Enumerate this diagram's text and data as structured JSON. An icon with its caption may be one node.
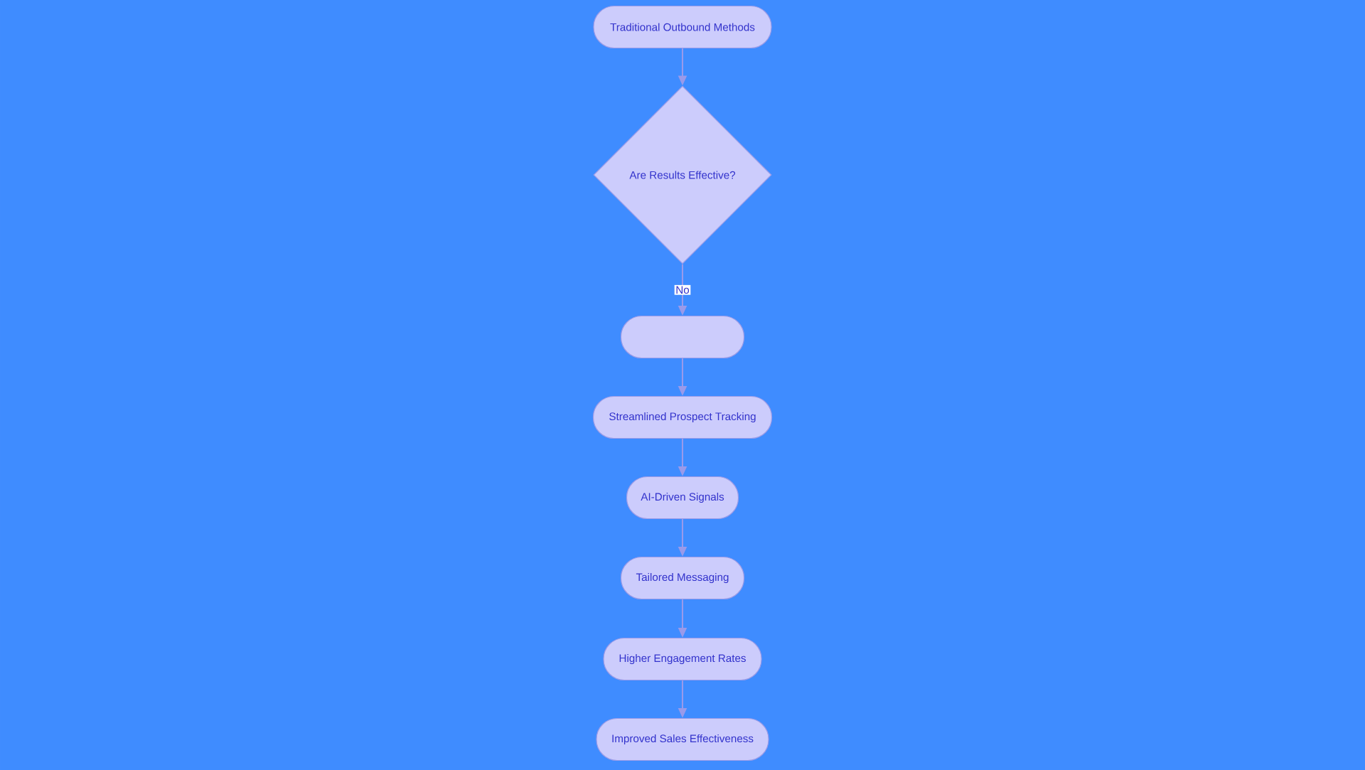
{
  "diagram": {
    "nodes": [
      {
        "text": [
          "Traditional Outbound Methods"
        ]
      },
      {
        "text": [
          "Are Results Effective?"
        ]
      },
      {
        "text": [],
        "shape": "box"
      },
      {
        "text": [
          "Streamlined Prospect Tracking"
        ]
      },
      {
        "text": [
          "AI-Driven Signals"
        ]
      },
      {
        "text": [
          "Tailored Messaging"
        ]
      },
      {
        "text": [
          "Higher Engagement Rates"
        ]
      },
      {
        "text": [
          "Improved Sales Effectiveness"
        ]
      }
    ],
    "edges": [
      {
        "from": 0,
        "to": 1,
        "arrow": "to"
      },
      {
        "from": 1,
        "to": 2,
        "arrow": "to",
        "label": "No"
      },
      {
        "from": 2,
        "to": 3,
        "arrow": "to"
      },
      {
        "from": 3,
        "to": 4,
        "arrow": "to"
      },
      {
        "from": 4,
        "to": 5,
        "arrow": "to"
      },
      {
        "from": 5,
        "to": 6,
        "arrow": "to"
      },
      {
        "from": 6,
        "to": 7,
        "arrow": "to"
      }
    ]
  }
}
